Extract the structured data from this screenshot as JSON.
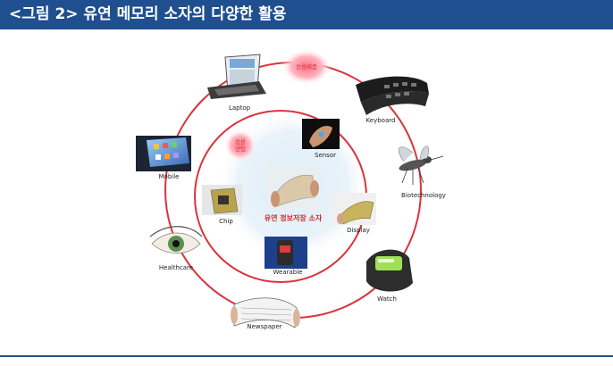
{
  "header": {
    "title": "<그림 2> 유연 메모리 소자의 다양한 활용"
  },
  "center": {
    "label": "유연 정보저장 소자"
  },
  "outer_ring": {
    "glow_label": "응용제품",
    "items": [
      "Laptop",
      "Keyboard",
      "Biotechnology",
      "Watch",
      "Newspaper",
      "Healthcare",
      "Mobile"
    ]
  },
  "inner_ring": {
    "glow_label": [
      "응용",
      "산업"
    ],
    "items": [
      "Sensor",
      "Display",
      "Wearable",
      "Chip"
    ]
  },
  "colors": {
    "header": "#1f4f8f",
    "ring": "#d9343e",
    "glow": "#ff8a9a"
  }
}
